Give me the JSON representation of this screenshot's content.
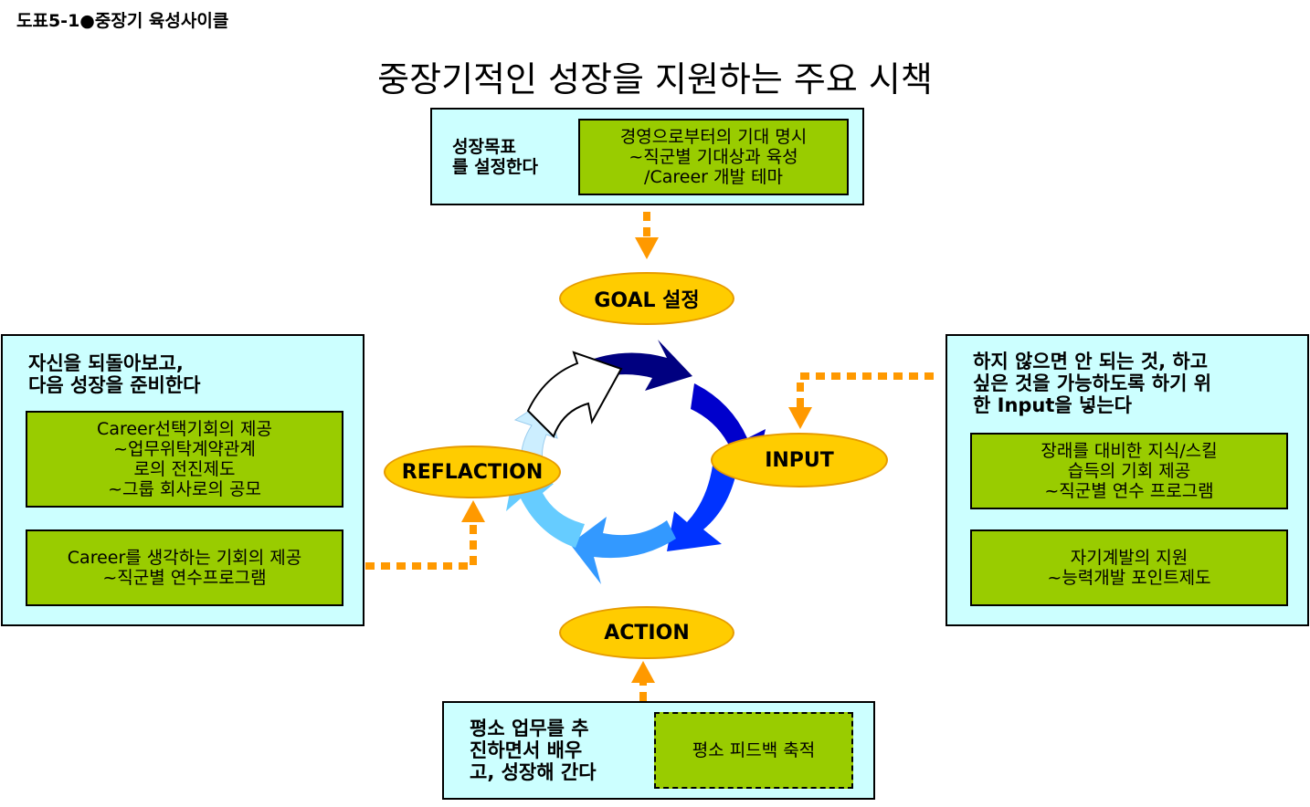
{
  "figure_label": "도표5-1●중장기 육성사이클",
  "title": "중장기적인 성장을 지원하는 주요 시책",
  "goal": {
    "panel_text": [
      "성장목표",
      "를 설정한다"
    ],
    "box_text": [
      "경영으로부터의 기대 명시",
      "~직군별 기대상과 육성",
      "/Career 개발 테마"
    ],
    "ellipse_label": "GOAL 설정"
  },
  "input": {
    "panel_text": [
      "하지 않으면 안 되는 것, 하고",
      "싶은 것을 가능하도록 하기 위",
      "한 Input을 넣는다"
    ],
    "box1_text": [
      "장래를 대비한 지식/스킬",
      "습득의 기회 제공",
      "~직군별 연수 프로그램"
    ],
    "box2_text": [
      "자기계발의 지원",
      "~능력개발 포인트제도"
    ],
    "ellipse_label": "INPUT"
  },
  "reflaction": {
    "panel_text": [
      "자신을 되돌아보고,",
      "다음 성장을 준비한다"
    ],
    "box1_text": [
      "Career선택기회의 제공",
      "~업무위탁계약관계",
      "로의 전진제도",
      "~그룹 회사로의 공모"
    ],
    "box2_text": [
      "Career를 생각하는 기회의 제공",
      "~직군별 연수프로그램"
    ],
    "ellipse_label": "REFLACTION"
  },
  "action": {
    "panel_text": [
      "평소 업무를 추",
      "진하면서 배우",
      "고, 성장해 간다"
    ],
    "box_text": [
      "평소 피드백 축적"
    ],
    "ellipse_label": "ACTION"
  },
  "colors": {
    "panel_bg": "#ccffff",
    "box_green": "#99cc00",
    "ellipse": "#ffcc00",
    "connector": "#ff9900",
    "cycle": [
      "#000080",
      "#0000cc",
      "#0066ff",
      "#3399ff",
      "#66ccff",
      "#cceeff"
    ]
  }
}
